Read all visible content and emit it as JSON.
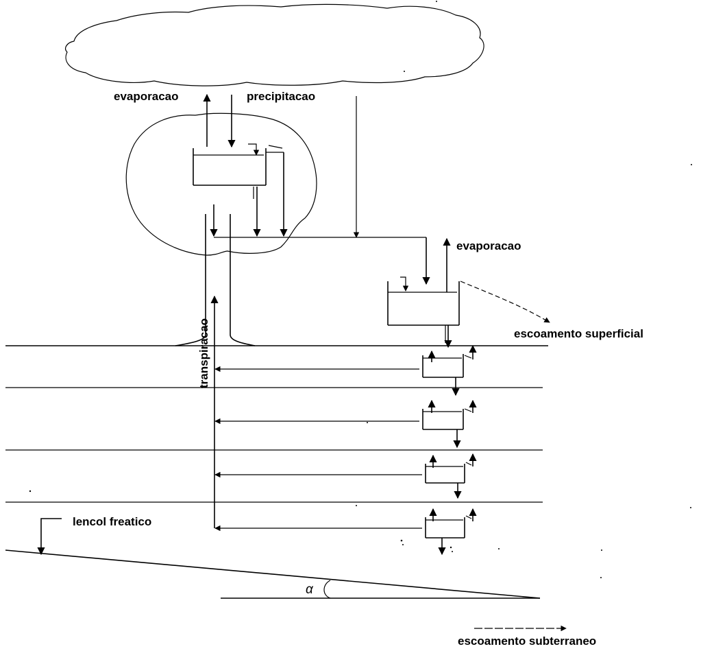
{
  "labels": {
    "evaporation_top": "evaporacao",
    "precipitation": "precipitacao",
    "evaporation_right": "evaporacao",
    "surface_runoff": "escoamento superficial",
    "transpiration": "transpiracao",
    "water_table": "lencol freatico",
    "alpha": "α",
    "subsurface_runoff": "escoamento subterraneo"
  },
  "soil_layers": 4
}
